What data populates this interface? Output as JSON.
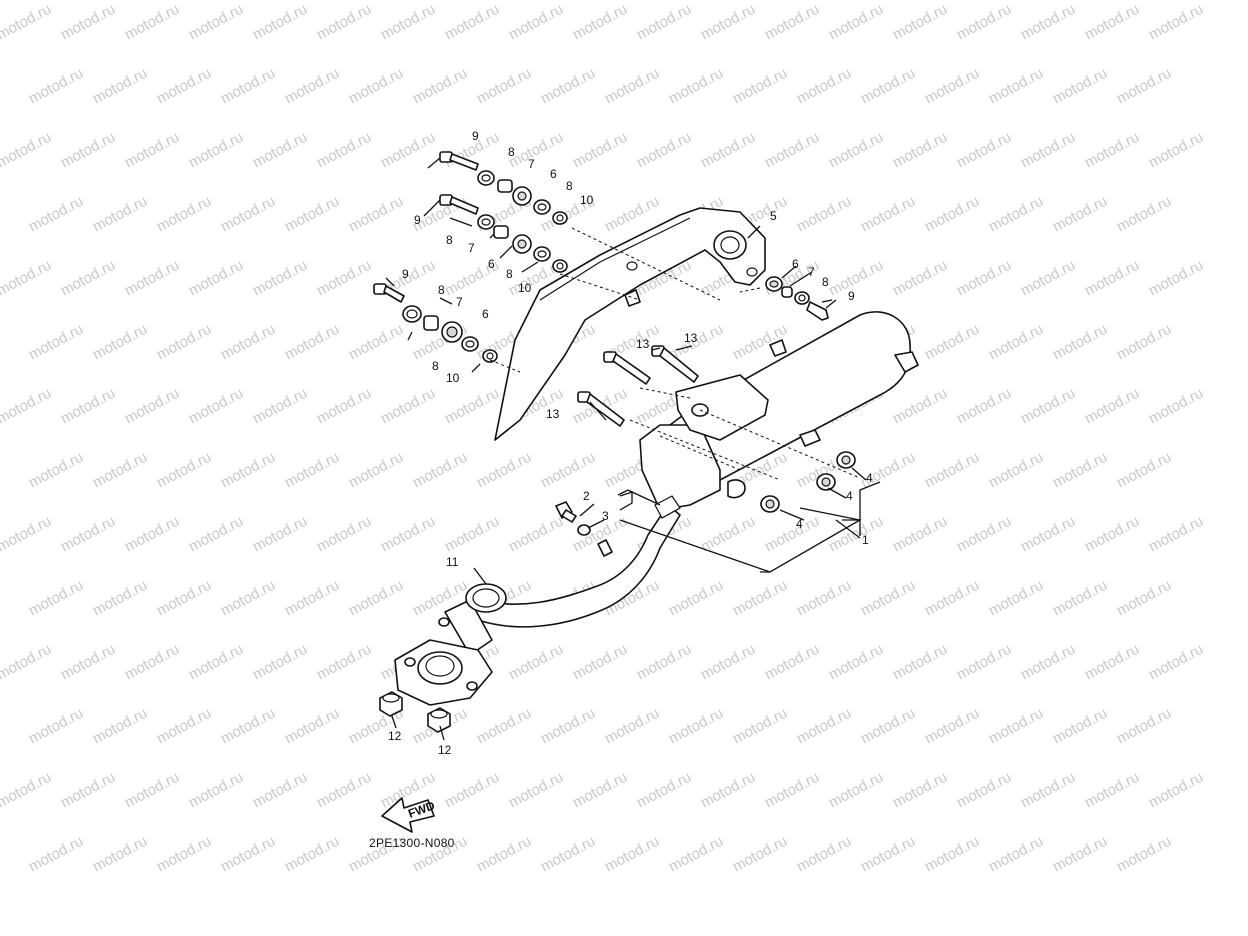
{
  "watermark": "motod.ru",
  "diagram_code": "2PE1300-N080",
  "fwd_label": "FWD",
  "callouts": {
    "c1": "1",
    "c2": "2",
    "c3": "3",
    "c4a": "4",
    "c4b": "4",
    "c4c": "4",
    "c5": "5",
    "c6a": "6",
    "c6b": "6",
    "c6c": "6",
    "c6d": "6",
    "c7a": "7",
    "c7b": "7",
    "c7c": "7",
    "c7d": "7",
    "c8a": "8",
    "c8b": "8",
    "c8c": "8",
    "c8d": "8",
    "c8e": "8",
    "c8f": "8",
    "c8g": "8",
    "c9a": "9",
    "c9b": "9",
    "c9c": "9",
    "c9d": "9",
    "c10a": "10",
    "c10b": "10",
    "c10c": "10",
    "c11": "11",
    "c12a": "12",
    "c12b": "12",
    "c13a": "13",
    "c13b": "13",
    "c13c": "13"
  }
}
